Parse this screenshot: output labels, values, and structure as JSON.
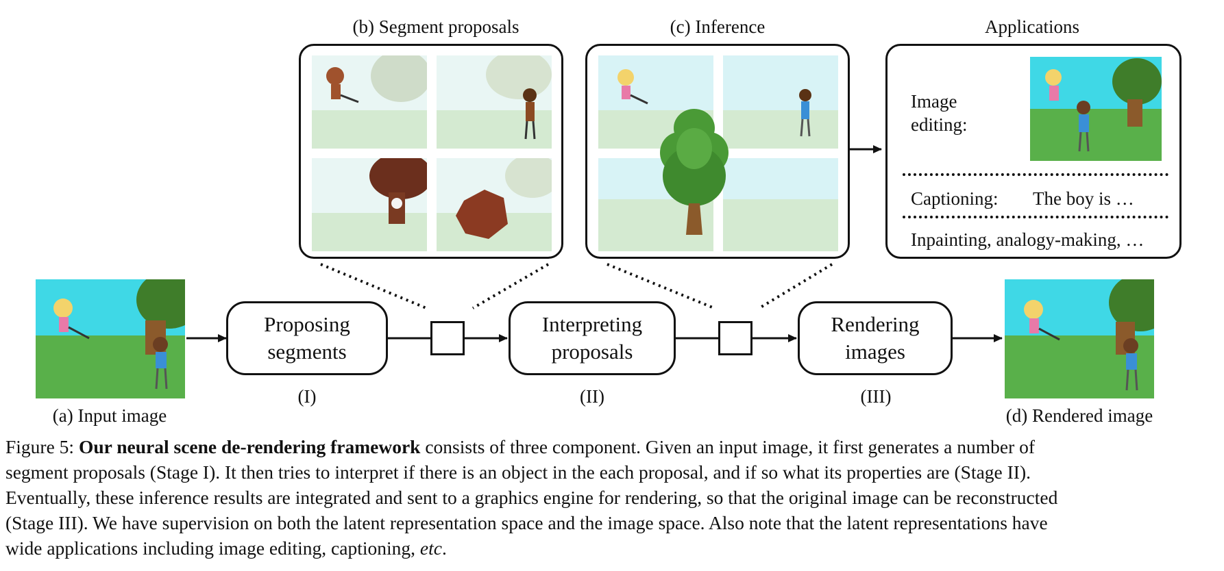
{
  "figure": {
    "input_image": {
      "label": "(a) Input image"
    },
    "rendered_image": {
      "label": "(d) Rendered image"
    },
    "stages": [
      {
        "id": "I",
        "line1": "Proposing",
        "line2": "segments",
        "stage_label": "(I)"
      },
      {
        "id": "II",
        "line1": "Interpreting",
        "line2": "proposals",
        "stage_label": "(II)"
      },
      {
        "id": "III",
        "line1": "Rendering",
        "line2": "images",
        "stage_label": "(III)"
      }
    ],
    "segment_panel": {
      "title": "(b) Segment proposals"
    },
    "inference_panel": {
      "title": "(c) Inference"
    },
    "applications": {
      "title": "Applications",
      "image_editing_line1": "Image",
      "image_editing_line2": "editing:",
      "captioning_label": "Captioning:",
      "captioning_text": "The boy is …",
      "more": "Inpainting, analogy-making, …"
    },
    "colors": {
      "sky": "#3fd8e6",
      "grass": "#59b04a",
      "tree_dark": "#3f7d2a",
      "trunk": "#8b5a2b"
    }
  },
  "caption": {
    "prefix": "Figure 5: ",
    "bold": "Our neural scene de-rendering framework",
    "lines": [
      " consists of three component. Given an input image, it first generates a number of",
      "segment proposals (Stage I). It then tries to interpret if there is an object in the each proposal, and if so what its properties are (Stage II).",
      "Eventually, these inference results are integrated and sent to a graphics engine for rendering, so that the original image can be reconstructed",
      "(Stage III). We have supervision on both the latent representation space and the image space. Also note that the latent representations have"
    ],
    "last_line_start": "wide applications including image editing, captioning, ",
    "etc": "etc",
    "end": "."
  }
}
